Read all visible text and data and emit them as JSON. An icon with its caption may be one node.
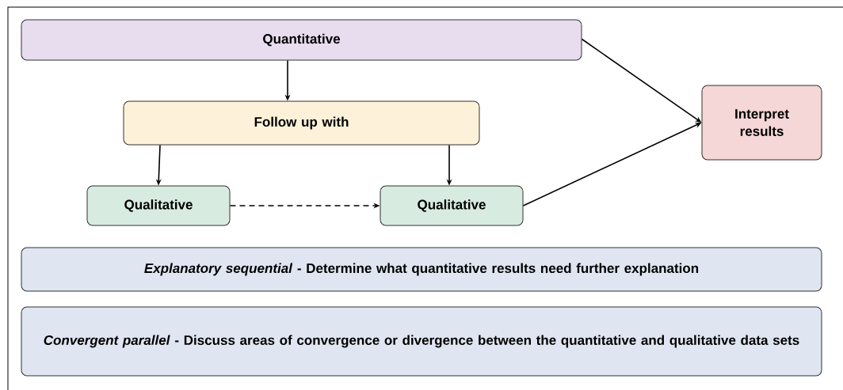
{
  "diagram": {
    "nodes": [
      {
        "text": [
          "Quantitative"
        ]
      },
      {
        "text": [
          "Follow up with"
        ]
      },
      {
        "text": [
          "Qualitative"
        ]
      },
      {
        "text": [
          "Qualitative"
        ]
      },
      {
        "text": [
          "Interpret results"
        ]
      },
      {
        "text": [
          "*Explanatory sequential* - Determine what quantitative results need further explanation"
        ]
      },
      {
        "text": [
          "*Convergent parallel* - Discuss areas of convergence or divergence between the quantitative and qualitative data sets"
        ]
      }
    ],
    "edges": [
      {
        "from": 0,
        "to": 1,
        "arrow": "to"
      },
      {
        "from": 1,
        "to": 2,
        "arrow": "to"
      },
      {
        "from": 1,
        "to": 3,
        "arrow": "to"
      },
      {
        "from": 2,
        "to": 3,
        "arrow": "to",
        "style": "dashed"
      },
      {
        "from": 0,
        "to": 4,
        "arrow": "to"
      },
      {
        "from": 3,
        "to": 4,
        "arrow": "to"
      }
    ]
  }
}
